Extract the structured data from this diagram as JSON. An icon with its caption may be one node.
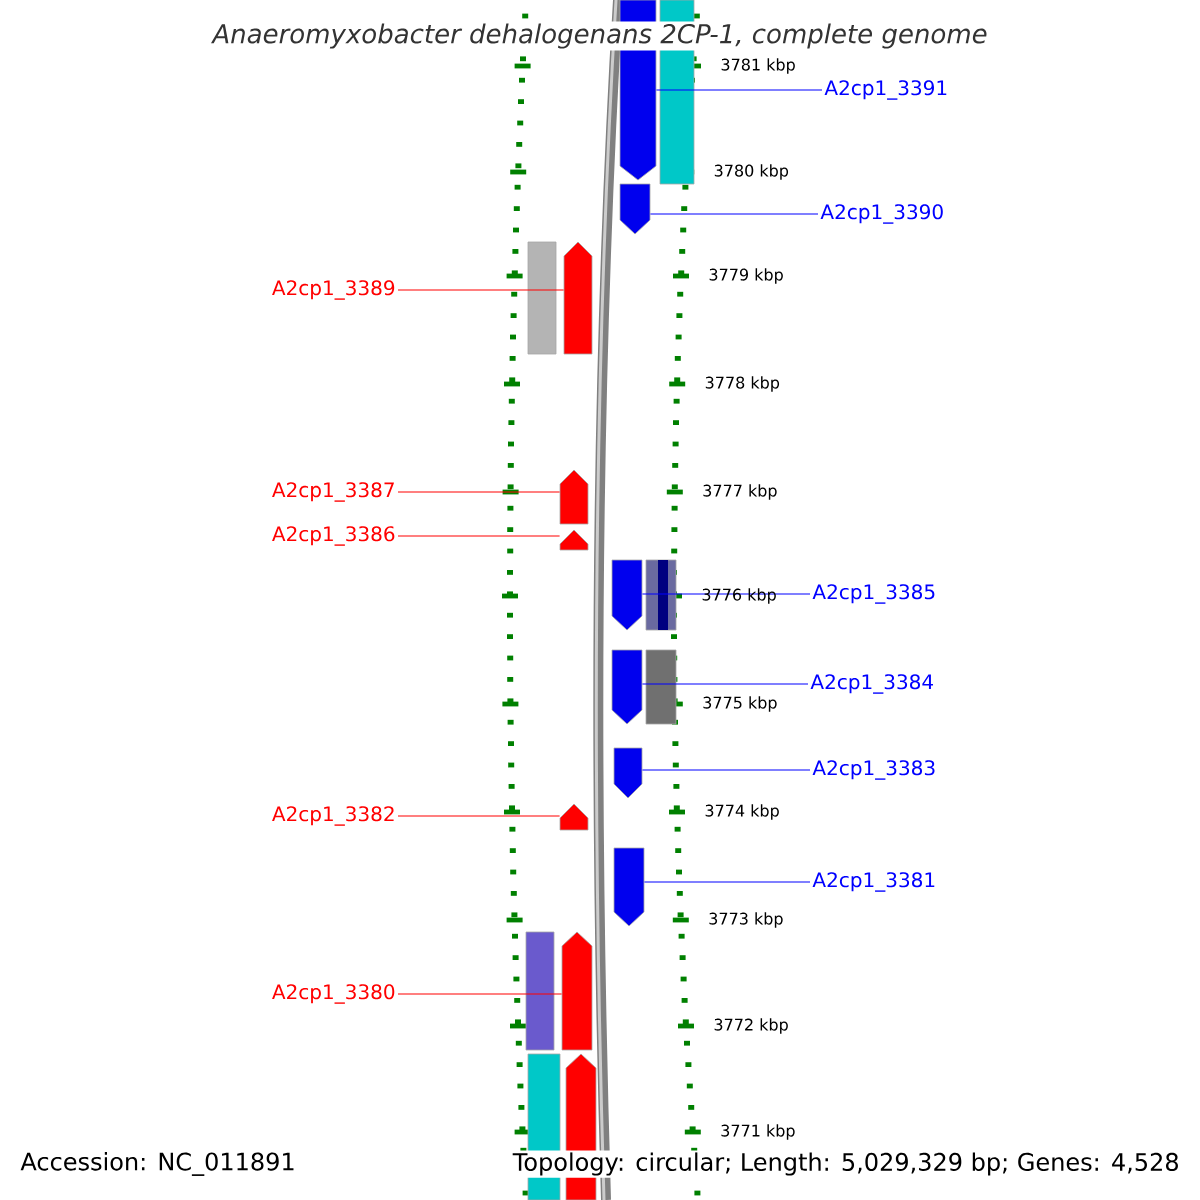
{
  "diagram": {
    "title": "Anaeromyxobacter dehalogenans 2CP-1, complete genome",
    "nodes": [
      {
        "text": [
          "A2cp1_3391"
        ]
      },
      {
        "text": [
          "A2cp1_3390"
        ]
      },
      {
        "text": [
          "A2cp1_3389"
        ]
      },
      {
        "text": [
          "A2cp1_3387"
        ]
      },
      {
        "text": [
          "A2cp1_3386"
        ]
      },
      {
        "text": [
          "A2cp1_3385"
        ]
      },
      {
        "text": [
          "A2cp1_3384"
        ]
      },
      {
        "text": [
          "A2cp1_3383"
        ]
      },
      {
        "text": [
          "A2cp1_3382"
        ]
      },
      {
        "text": [
          "A2cp1_3381"
        ]
      },
      {
        "text": [
          "A2cp1_3380"
        ]
      },
      {
        "text": [],
        "shape": "pentagon"
      },
      {
        "text": [],
        "shape": "box"
      },
      {
        "text": [],
        "shape": "pentagon"
      },
      {
        "text": [],
        "shape": "box"
      },
      {
        "text": [],
        "shape": "pentagon"
      },
      {
        "text": [],
        "shape": "pentagon"
      },
      {
        "text": [],
        "shape": "pentagon"
      },
      {
        "text": [],
        "shape": "pentagon"
      },
      {
        "text": [],
        "shape": "box"
      },
      {
        "text": [],
        "shape": "pentagon"
      },
      {
        "text": [],
        "shape": "box"
      },
      {
        "text": [],
        "shape": "pentagon"
      },
      {
        "text": [],
        "shape": "pentagon"
      },
      {
        "text": [],
        "shape": "pentagon"
      },
      {
        "text": [],
        "shape": "box"
      },
      {
        "text": [],
        "shape": "pentagon"
      },
      {
        "text": [],
        "shape": "box"
      },
      {
        "text": [],
        "shape": "pentagon"
      }
    ],
    "edges": [
      {
        "from": 0,
        "to": 11,
        "arrow": "none"
      },
      {
        "from": 1,
        "to": 13,
        "arrow": "none"
      },
      {
        "from": 2,
        "to": 15,
        "arrow": "none",
        "color": "#ff0000"
      },
      {
        "from": 3,
        "to": 16,
        "arrow": "none",
        "color": "#ff0000"
      },
      {
        "from": 4,
        "to": 17,
        "arrow": "none",
        "color": "#ff0000"
      },
      {
        "from": 5,
        "to": 18,
        "arrow": "none"
      },
      {
        "from": 6,
        "to": 20,
        "arrow": "none"
      },
      {
        "from": 7,
        "to": 22,
        "arrow": "none"
      },
      {
        "from": 8,
        "to": 23,
        "arrow": "none",
        "color": "#ff0000"
      },
      {
        "from": 9,
        "to": 24,
        "arrow": "none"
      },
      {
        "from": 10,
        "to": 26,
        "arrow": "none",
        "color": "#ff0000"
      }
    ],
    "labels": [
      "3781 kbp",
      "3780 kbp",
      "3779 kbp",
      "3778 kbp",
      "3777 kbp",
      "3776 kbp",
      "3775 kbp",
      "3774 kbp",
      "3773 kbp",
      "3772 kbp",
      "3771 kbp",
      "Accession: NC_011891",
      "Topology: circular; Length: 5,029,329 bp; Genes: 4,528"
    ]
  }
}
